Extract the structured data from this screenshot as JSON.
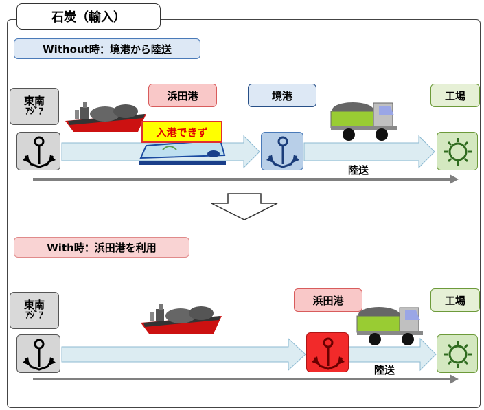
{
  "title": "石炭（輸入）",
  "without": {
    "label": "Without時：境港から陸送",
    "origin_line1": "東南",
    "origin_line2": "ｱｼﾞｱ",
    "hamada": "浜田港",
    "sakai": "境港",
    "factory": "工場",
    "cannot_enter": "入港できず",
    "land_transport": "陸送"
  },
  "with": {
    "label": "With時：浜田港を利用",
    "origin_line1": "東南",
    "origin_line2": "ｱｼﾞｱ",
    "hamada": "浜田港",
    "factory": "工場",
    "land_transport": "陸送"
  },
  "colors": {
    "arrow_fill": "#dcecf2",
    "arrow_stroke": "#8cbad2",
    "anchor_gray_bg": "#d6d6d6",
    "anchor_blue_bg": "#b8cfe8",
    "anchor_red_bg": "#f22a2a",
    "factory_bg": "#d4e8c0",
    "ship_hull": "#cc1111",
    "truck_bed": "#99cc33"
  },
  "icons": [
    "anchor-icon",
    "ship-icon",
    "truck-icon",
    "factory-gear-icon",
    "down-arrow-icon",
    "timeline-arrow-icon"
  ]
}
